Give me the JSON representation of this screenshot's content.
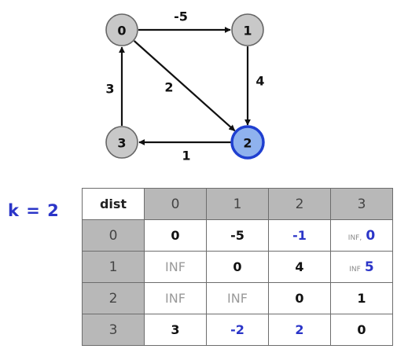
{
  "graph": {
    "nodes": [
      {
        "id": "0",
        "label": "0",
        "highlighted": false
      },
      {
        "id": "1",
        "label": "1",
        "highlighted": false
      },
      {
        "id": "2",
        "label": "2",
        "highlighted": true
      },
      {
        "id": "3",
        "label": "3",
        "highlighted": false
      }
    ],
    "edges": [
      {
        "from": "0",
        "to": "1",
        "weight": "-5"
      },
      {
        "from": "1",
        "to": "2",
        "weight": "4"
      },
      {
        "from": "0",
        "to": "2",
        "weight": "2"
      },
      {
        "from": "2",
        "to": "3",
        "weight": "1"
      },
      {
        "from": "3",
        "to": "0",
        "weight": "3"
      }
    ],
    "colors": {
      "node_fill": "#c8c8c8",
      "node_stroke": "#666666",
      "highlight_fill": "#8fb2ee",
      "highlight_stroke": "#1f3fd0",
      "edge": "#111111"
    }
  },
  "k_label": "k = 2",
  "table": {
    "corner": "dist",
    "col_headers": [
      "0",
      "1",
      "2",
      "3"
    ],
    "rows": [
      {
        "header": "0",
        "cells": [
          {
            "text": "0",
            "style": "bold"
          },
          {
            "text": "-5",
            "style": "bold"
          },
          {
            "text": "-1",
            "style": "blue"
          },
          {
            "old": "INF",
            "sep": ",",
            "new": "0",
            "style": "mixed"
          }
        ]
      },
      {
        "header": "1",
        "cells": [
          {
            "text": "INF",
            "style": "gray"
          },
          {
            "text": "0",
            "style": "bold"
          },
          {
            "text": "4",
            "style": "bold"
          },
          {
            "old": "INF",
            "sep": "",
            "new": "5",
            "style": "mixed"
          }
        ]
      },
      {
        "header": "2",
        "cells": [
          {
            "text": "INF",
            "style": "gray"
          },
          {
            "text": "INF",
            "style": "gray"
          },
          {
            "text": "0",
            "style": "bold"
          },
          {
            "text": "1",
            "style": "bold"
          }
        ]
      },
      {
        "header": "3",
        "cells": [
          {
            "text": "3",
            "style": "bold"
          },
          {
            "text": "-2",
            "style": "blue"
          },
          {
            "text": "2",
            "style": "blue"
          },
          {
            "text": "0",
            "style": "bold"
          }
        ]
      }
    ],
    "colors": {
      "header_bg": "#b8b8b8",
      "blue_text": "#2b35c8",
      "gray_text": "#9a9a9a",
      "border": "#6d6d6d"
    }
  }
}
